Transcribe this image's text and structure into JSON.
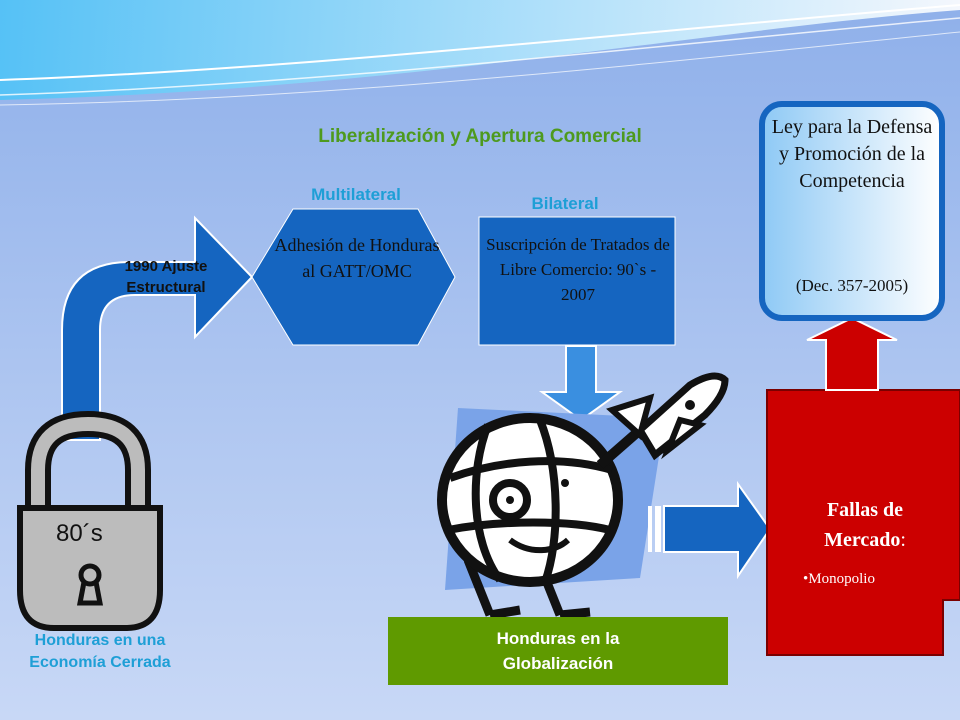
{
  "title": "Liberalización y Apertura Comercial",
  "left": {
    "lock_label": "80´s",
    "arrow_label": "1990 Ajuste Estructural",
    "caption": "Honduras en una Economía Cerrada"
  },
  "multilateral": {
    "heading": "Multilateral",
    "text": "Adhesión de Honduras al GATT/OMC"
  },
  "bilateral": {
    "heading": "Bilateral",
    "text": "Suscripción de Tratados de Libre Comercio: 90`s - 2007"
  },
  "globalization": {
    "caption": "Honduras en la Globalización"
  },
  "market_failures": {
    "title": "Fallas de Mercado",
    "colon": ":",
    "items": [
      "Monopolio"
    ]
  },
  "law": {
    "title": "Ley para la Defensa y Promoción de la Competencia",
    "decree": "(Dec. 357-2005)"
  },
  "colors": {
    "background_top": "#8fb0ea",
    "background_bottom": "#c8d8f6",
    "dark_blue": "#1565c0",
    "red": "#cc0000",
    "green_box": "#5f9a00",
    "title_green": "#4e9a1e",
    "heading_blue": "#1e9fd6"
  }
}
